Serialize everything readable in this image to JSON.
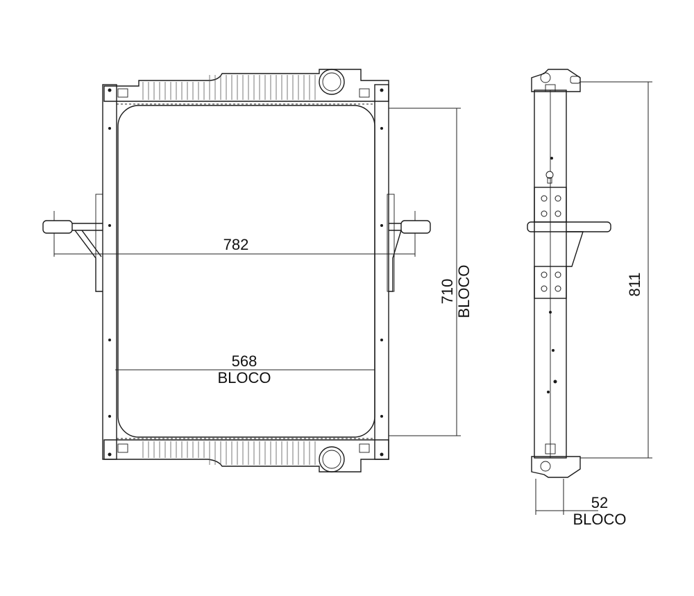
{
  "dimensions": {
    "overall_width": {
      "value": "782"
    },
    "block_width": {
      "value": "568",
      "note": "BLOCO"
    },
    "block_height": {
      "value": "710",
      "note": "BLOCO"
    },
    "overall_height": {
      "value": "811"
    },
    "block_depth": {
      "value": "52",
      "note": "BLOCO"
    }
  },
  "colors": {
    "line": "#1a1a1a",
    "background": "#ffffff"
  }
}
